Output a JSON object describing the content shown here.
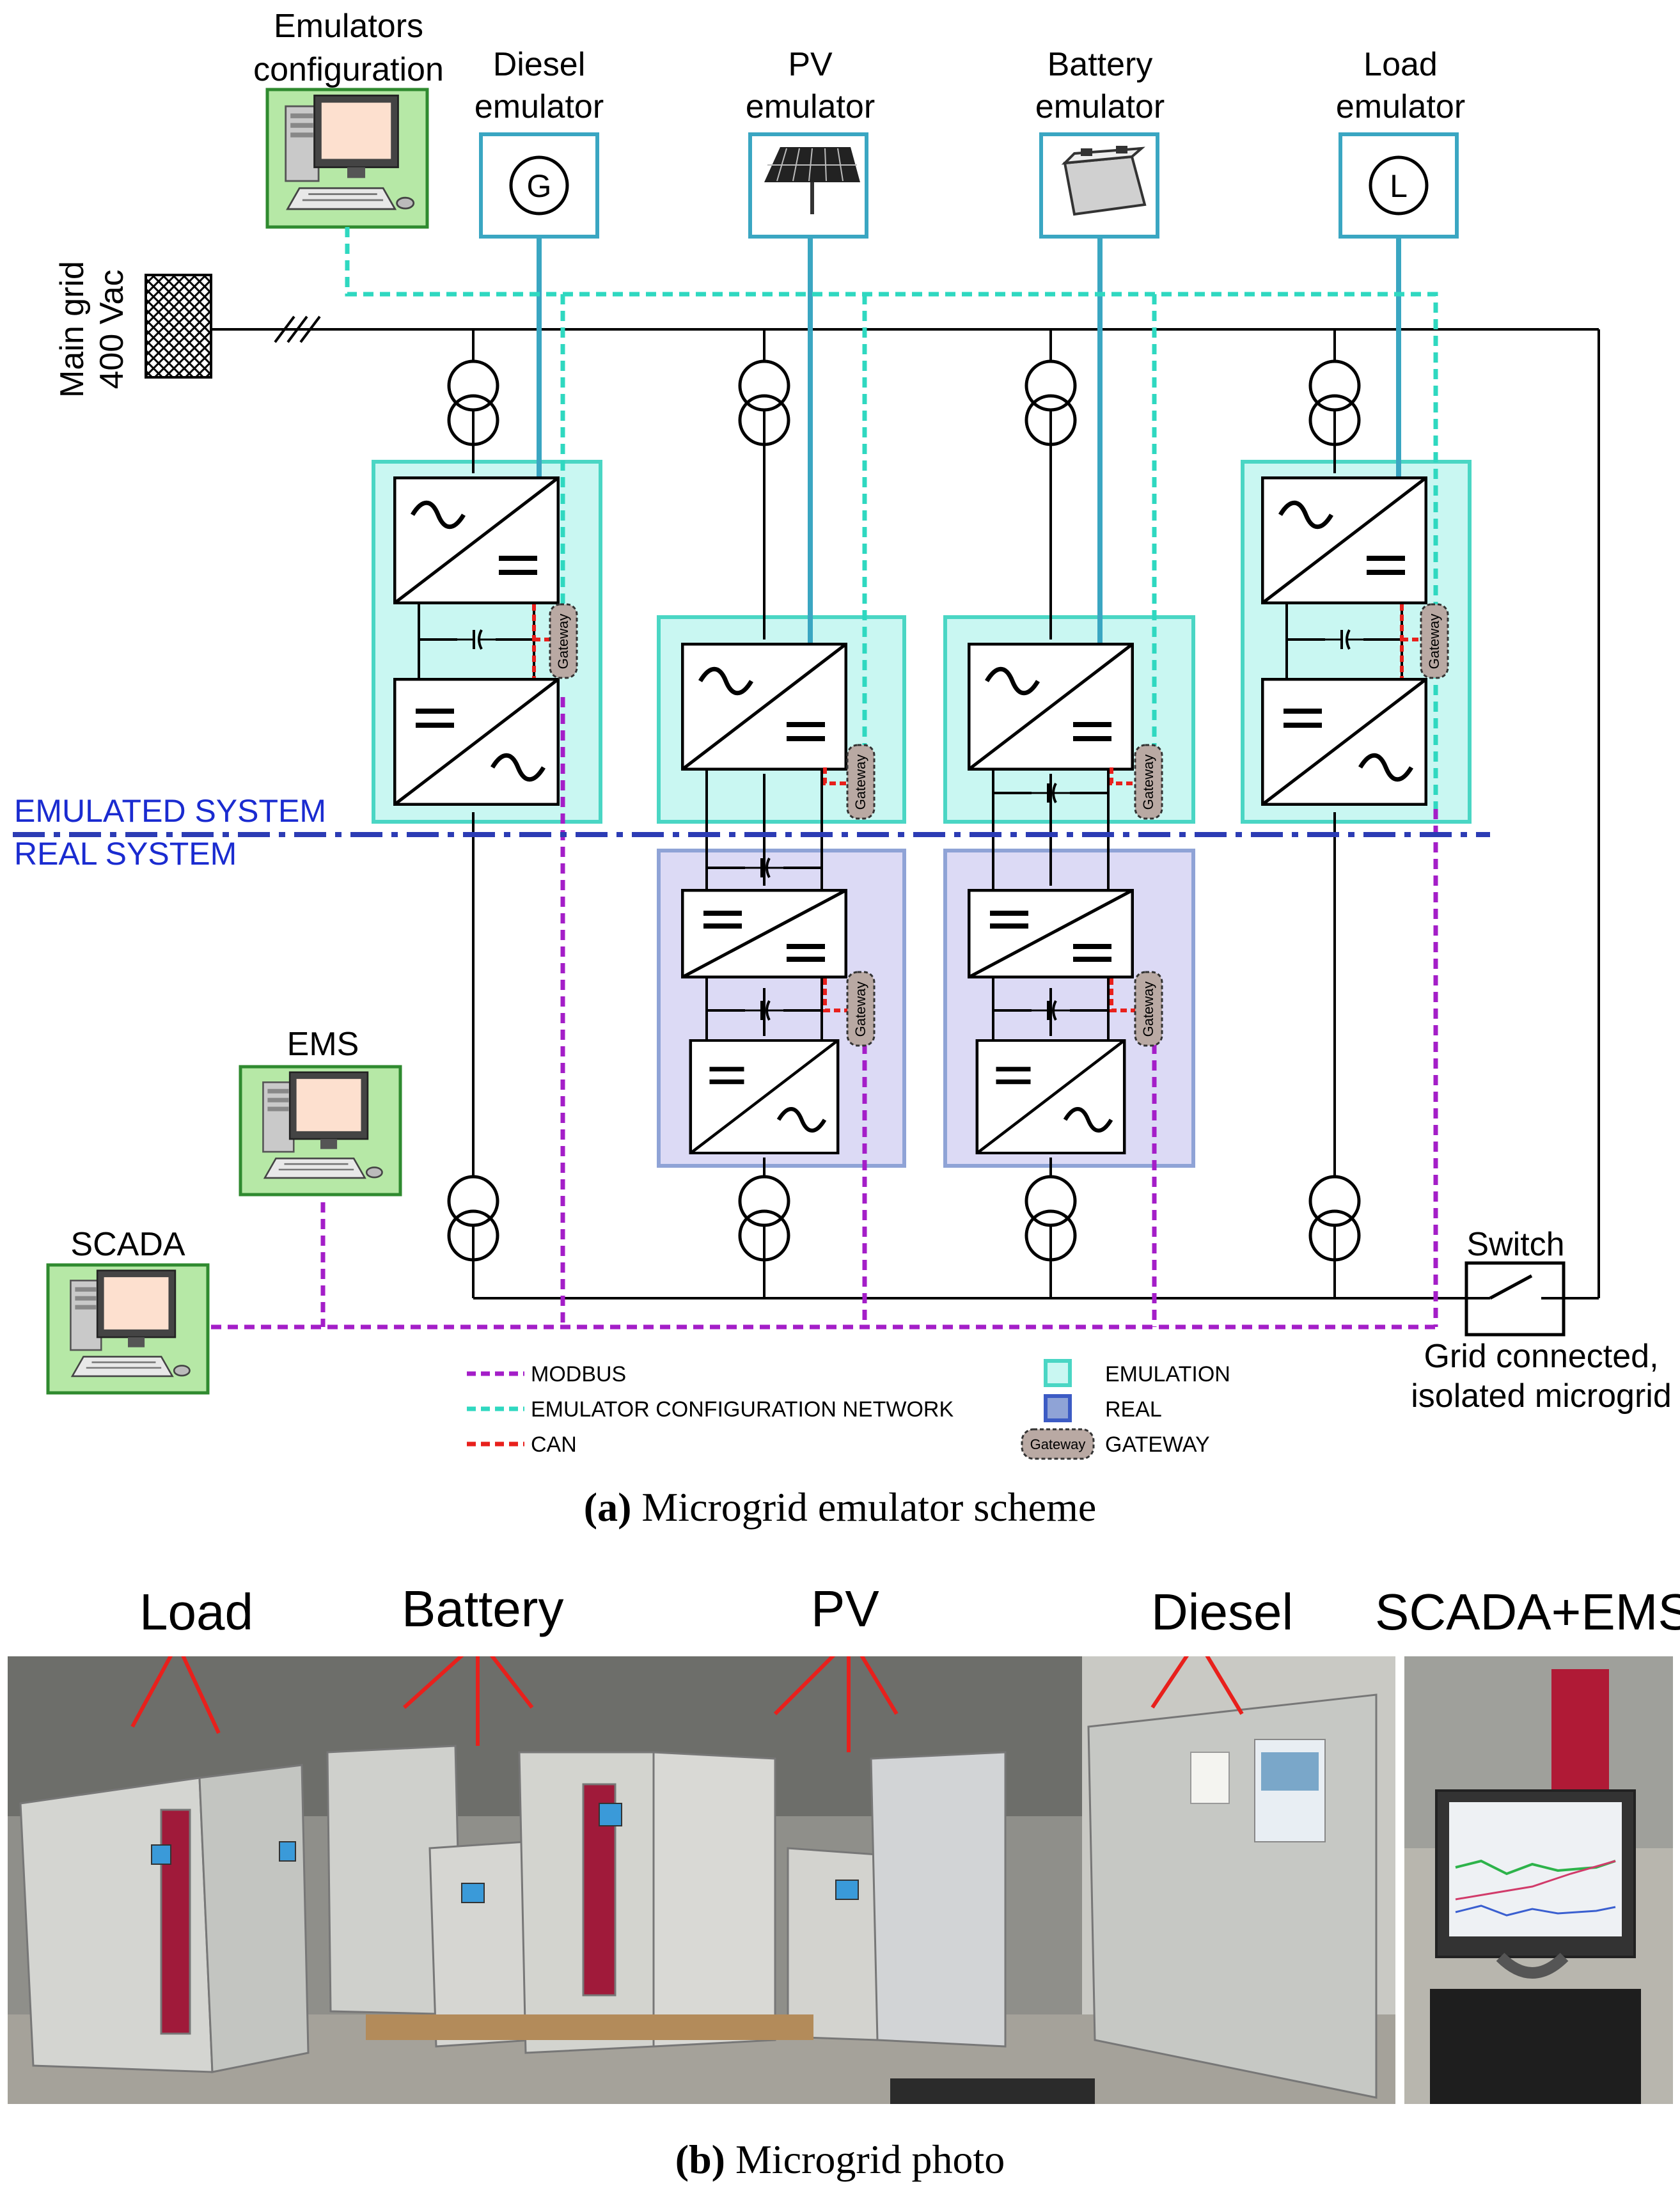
{
  "scheme": {
    "emulators_config": [
      "Emulators",
      "configuration"
    ],
    "diesel": [
      "Diesel",
      "emulator"
    ],
    "pv": [
      "PV",
      "emulator"
    ],
    "battery": [
      "Battery",
      "emulator"
    ],
    "load": [
      "Load",
      "emulator"
    ],
    "gen_symbol": "G",
    "load_symbol": "L",
    "main_grid": [
      "Main grid",
      "400 Vac"
    ],
    "emulated_system": "EMULATED SYSTEM",
    "real_system": "REAL SYSTEM",
    "ems": "EMS",
    "scada": "SCADA",
    "switch": "Switch",
    "switch_note": [
      "Grid connected,",
      "isolated microgrid"
    ],
    "gateway": "Gateway",
    "legend": {
      "modbus": "MODBUS",
      "config_network": "EMULATOR CONFIGURATION NETWORK",
      "can": "CAN",
      "emulation": "EMULATION",
      "real": "REAL",
      "gateway": "GATEWAY"
    },
    "colors": {
      "modbus": "#a41ec8",
      "config_network": "#2fd8c0",
      "can": "#e8201c",
      "emulation_fill": "#c9f7f2",
      "emulation_border": "#4ad6c4",
      "real_fill": "#dcdaf5",
      "real_border": "#8fa3d6",
      "emulator_box": "#3aa6c2",
      "pc_fill": "#b6e8a6",
      "pc_border": "#2f8a2f",
      "divider": "#2c3cb4"
    }
  },
  "caption_a": {
    "label": "(a)",
    "text": "Microgrid emulator scheme"
  },
  "photo_labels": {
    "load": "Load",
    "battery": "Battery",
    "pv": "PV",
    "diesel": "Diesel",
    "scada_ems": "SCADA+EMS"
  },
  "caption_b": {
    "label": "(b)",
    "text": "Microgrid photo"
  }
}
